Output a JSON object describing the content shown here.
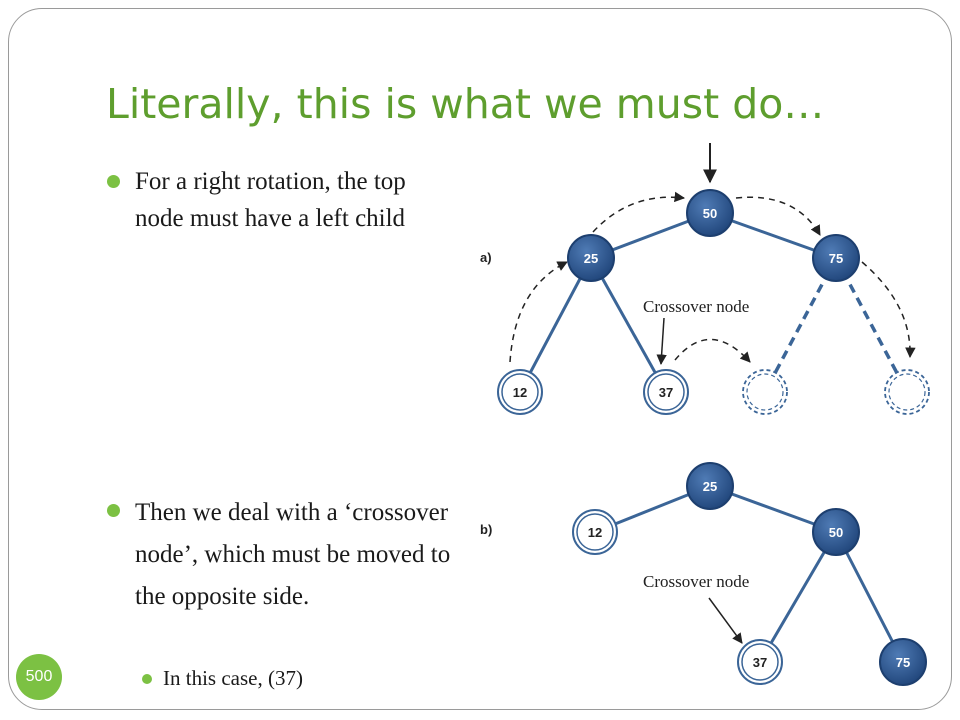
{
  "slide": {
    "title": "Literally, this is what we must do…",
    "bullets": [
      {
        "text": "For a right rotation, the top node must have a left child"
      },
      {
        "text": "Then we deal with a ‘crossover node’, which must be moved to the opposite side."
      }
    ],
    "sub_bullets": [
      {
        "text": "In this case, (37)"
      }
    ],
    "page_number": "500"
  },
  "diagram": {
    "colors": {
      "node_fill": "#2f5b95",
      "edge": "#3b6597",
      "outline_node": "#3b6597",
      "arrow": "#222222"
    },
    "panel_a": {
      "label": "a)",
      "crossover_label": "Crossover node",
      "nodes": {
        "n50": "50",
        "n25": "25",
        "n75": "75",
        "n12": "12",
        "n37": "37"
      }
    },
    "panel_b": {
      "label": "b)",
      "crossover_label": "Crossover node",
      "nodes": {
        "n25": "25",
        "n12": "12",
        "n50": "50",
        "n37": "37",
        "n75": "75"
      }
    }
  }
}
